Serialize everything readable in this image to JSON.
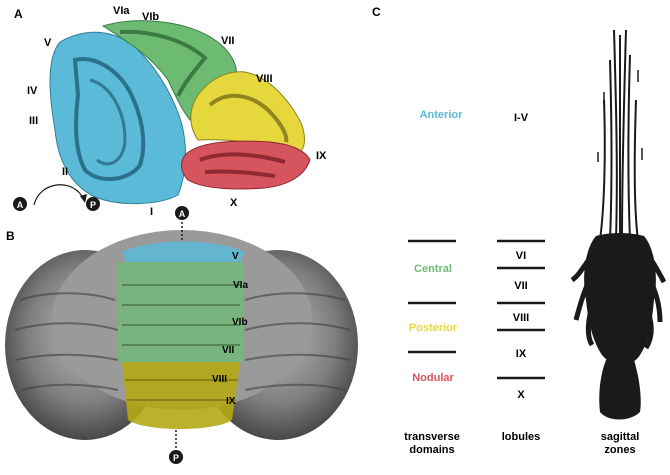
{
  "panels": {
    "a": "A",
    "b": "B",
    "c": "C"
  },
  "sagittal_lobules": {
    "v": "V",
    "via": "VIa",
    "vib": "VIb",
    "vii": "VII",
    "viii": "VIII",
    "iv": "IV",
    "iii": "III",
    "ii": "II",
    "i": "I",
    "ix": "IX",
    "x": "X"
  },
  "orientation": {
    "anterior": "A",
    "posterior": "P"
  },
  "dorsal_lobules": {
    "v": "V",
    "via": "VIa",
    "vib": "VIb",
    "vii": "VII",
    "viii": "VIII",
    "ix": "IX"
  },
  "domains": {
    "anterior": {
      "label": "Anterior",
      "color": "#5bbad8"
    },
    "central": {
      "label": "Central",
      "color": "#6dbb73"
    },
    "posterior": {
      "label": "Posterior",
      "color": "#e6d83c"
    },
    "nodular": {
      "label": "Nodular",
      "color": "#d6545e"
    }
  },
  "lobule_column": [
    "I-V",
    "VI",
    "VII",
    "VIII",
    "IX",
    "X"
  ],
  "footer": {
    "transverse_1": "transverse",
    "transverse_2": "domains",
    "lobules": "lobules",
    "sagittal_1": "sagittal",
    "sagittal_2": "zones"
  }
}
